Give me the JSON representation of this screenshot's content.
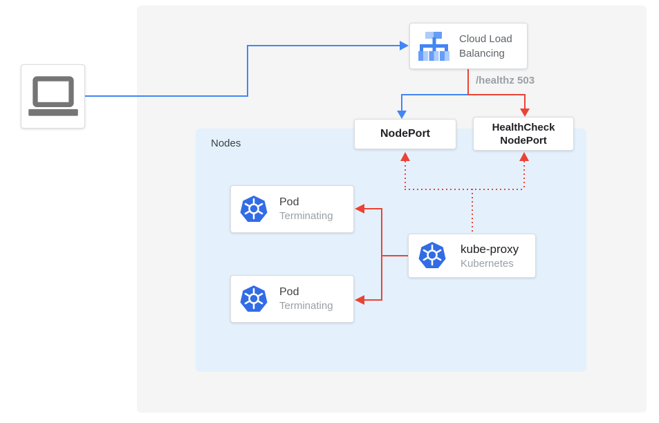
{
  "colors": {
    "traffic-blue": "#4285f4",
    "alert-red": "#ea4335",
    "kubernetes-blue": "#326ce5",
    "lb-icon-mid": "#669df6",
    "lb-icon-light": "#aecbfa",
    "nodes-panel-bg": "#e4f1fc",
    "card-border": "#dadce0",
    "text-gray": "#9aa0a6"
  },
  "diagram": {
    "client": {
      "icon": "laptop-icon"
    },
    "load_balancer": {
      "line1": "Cloud Load",
      "line2": "Balancing",
      "icon": "cloud-load-balancing-icon"
    },
    "healthz_badge": "/healthz 503",
    "nodeport_label": "NodePort",
    "healthcheck_nodeport": {
      "line1": "HealthCheck",
      "line2": "NodePort"
    },
    "nodes_panel_label": "Nodes",
    "pods": [
      {
        "title": "Pod",
        "status": "Terminating",
        "icon": "kubernetes-icon"
      },
      {
        "title": "Pod",
        "status": "Terminating",
        "icon": "kubernetes-icon"
      }
    ],
    "kube_proxy": {
      "title": "kube-proxy",
      "subtitle": "Kubernetes",
      "icon": "kubernetes-icon"
    }
  }
}
